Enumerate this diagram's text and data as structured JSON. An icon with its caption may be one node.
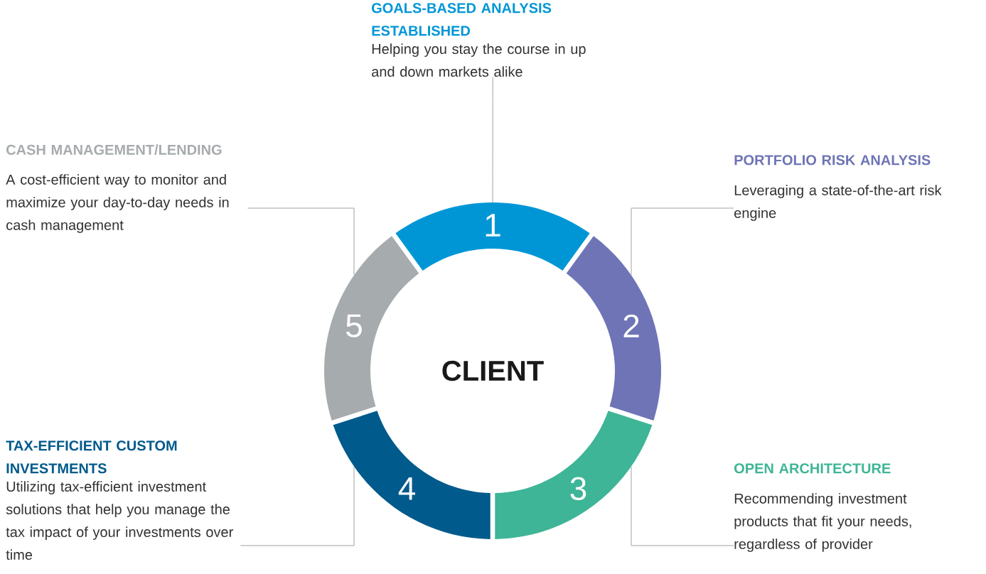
{
  "diagram": {
    "nodes": [
      {
        "text": [
          "GOALS-BASED ANALYSIS ESTABLISHED",
          "Helping you stay the course in up and down markets alike"
        ]
      },
      {
        "text": [
          "CASH MANAGEMENT/LENDING",
          "A cost-efficient way to monitor and maximize your day-to-day needs in cash management"
        ]
      },
      {
        "text": [
          "PORTFOLIO RISK ANALYSIS",
          "Leveraging a state-of-the-art risk engine"
        ]
      },
      {
        "text": [
          "TAX-EFFICIENT CUSTOM INVESTMENTS",
          "Utilizing tax-efficient investment solutions that help you manage the tax impact of your investments over time"
        ]
      },
      {
        "text": [
          "OPEN ARCHITECTURE",
          "Recommending investment products that fit your needs, regardless of provider"
        ]
      },
      {
        "text": [
          "1"
        ]
      },
      {
        "text": [
          "2"
        ]
      },
      {
        "text": [
          "3"
        ]
      },
      {
        "text": [
          "4"
        ]
      },
      {
        "text": [
          "5"
        ]
      }
    ],
    "edges": [
      {
        "from": 0,
        "to": 5,
        "arrow": "none"
      },
      {
        "from": 2,
        "to": 6,
        "arrow": "none"
      },
      {
        "from": 4,
        "to": 7,
        "arrow": "none"
      },
      {
        "from": 3,
        "to": 8,
        "arrow": "none"
      },
      {
        "from": 1,
        "to": 9,
        "arrow": "none"
      }
    ],
    "labels": [
      "CLIENT"
    ]
  }
}
